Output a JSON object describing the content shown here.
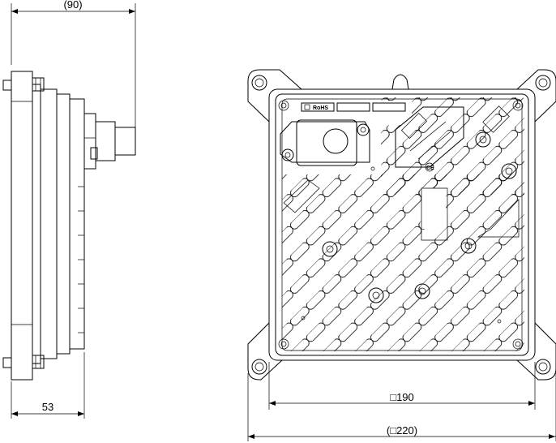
{
  "dimensions": {
    "side_depth_ref": "(90)",
    "side_depth": "53",
    "front_inner_square": "□190",
    "front_outer_square": "(□220)"
  },
  "labels": {
    "rohs_mark": "RoHS",
    "ce_mark": "CE"
  }
}
